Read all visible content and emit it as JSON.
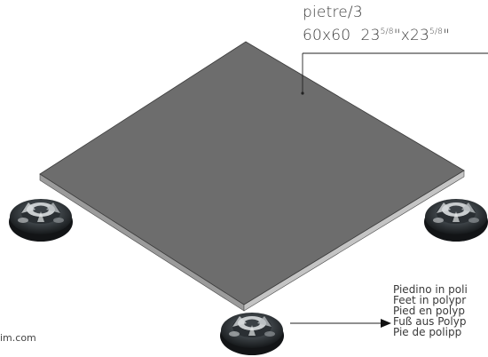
{
  "product": {
    "name": "pietre/3",
    "size_metric": "60x60",
    "size_imperial_a": "23",
    "size_imperial_a_frac": "5/8",
    "size_sep": "\"x",
    "size_imperial_b": "23",
    "size_imperial_b_frac": "5/8",
    "size_imperial_end": "\""
  },
  "feet_notes": [
    "Piedino in poli",
    "Feet in polypr",
    "Pied en polyp",
    "Fuß aus Polyp",
    "Pie de  polipp"
  ],
  "website": "im.com",
  "colors": {
    "tile_top": "#6c6c6c",
    "tile_edge": "#bdbdbd",
    "tile_edge_dark": "#8e8e8e",
    "foot_dark": "#1e2225",
    "foot_light": "#cfd3d4",
    "leader": "#222222"
  }
}
